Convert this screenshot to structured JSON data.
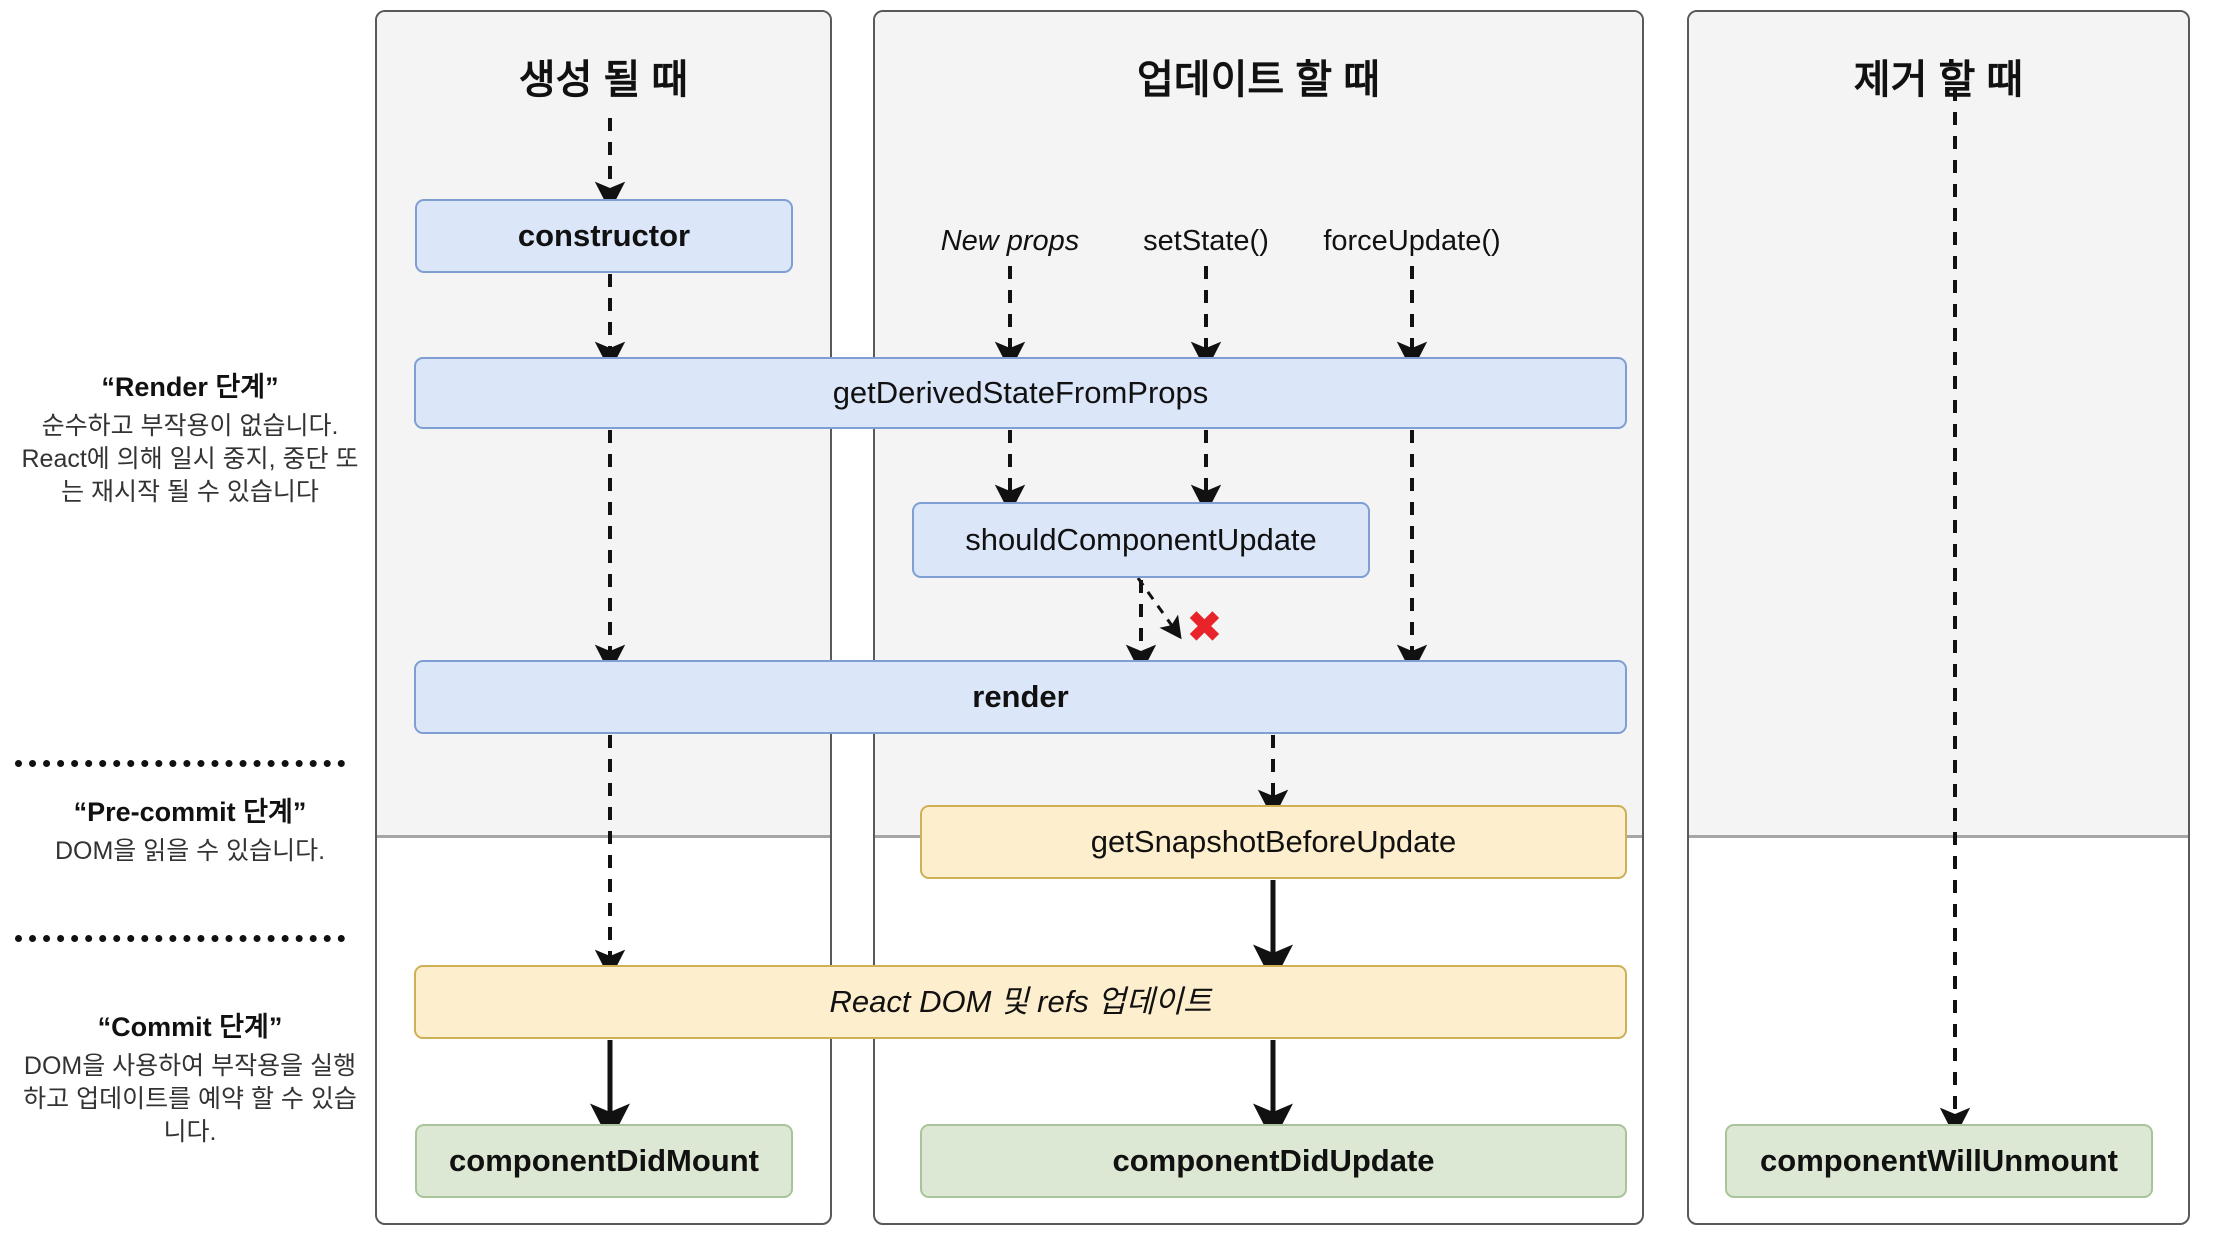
{
  "diagram": {
    "title_hidden": "React Lifecycle Methods Diagram (Korean)",
    "phase_labels": [
      {
        "id": "render-phase",
        "title": "“Render 단계”",
        "body": "순수하고 부작용이 없습니다. React에 의해 일시 중지, 중단 또는 재시작 될 수 있습니다"
      },
      {
        "id": "pre-commit-phase",
        "title": "“Pre-commit 단계”",
        "body": "DOM을 읽을 수 있습니다."
      },
      {
        "id": "commit-phase",
        "title": "“Commit 단계”",
        "body": "DOM을 사용하여 부작용을 실행하고 업데이트를 예약 할 수 있습니다."
      }
    ],
    "columns": [
      {
        "id": "mounting",
        "title": "생성 될 때"
      },
      {
        "id": "updating",
        "title": "업데이트 할 때"
      },
      {
        "id": "unmounting",
        "title": "제거 할 때"
      }
    ],
    "triggers": [
      {
        "id": "new-props",
        "label": "New props",
        "italic": true
      },
      {
        "id": "set-state",
        "label": "setState()",
        "italic": false
      },
      {
        "id": "force-update",
        "label": "forceUpdate()",
        "italic": false
      }
    ],
    "nodes": [
      {
        "id": "constructor",
        "label": "constructor",
        "kind": "blue",
        "bold": true
      },
      {
        "id": "get-derived-state-from-props",
        "label": "getDerivedStateFromProps",
        "kind": "blue",
        "bold": false
      },
      {
        "id": "should-component-update",
        "label": "shouldComponentUpdate",
        "kind": "blue",
        "bold": false
      },
      {
        "id": "render",
        "label": "render",
        "kind": "blue",
        "bold": true
      },
      {
        "id": "get-snapshot-before-update",
        "label": "getSnapshotBeforeUpdate",
        "kind": "yellow",
        "bold": false
      },
      {
        "id": "react-dom-refs-update",
        "label": "React DOM 및 refs 업데이트",
        "kind": "yellow",
        "bold": false,
        "italic": true
      },
      {
        "id": "component-did-mount",
        "label": "componentDidMount",
        "kind": "green",
        "bold": true
      },
      {
        "id": "component-did-update",
        "label": "componentDidUpdate",
        "kind": "green",
        "bold": true
      },
      {
        "id": "component-will-unmount",
        "label": "componentWillUnmount",
        "kind": "green",
        "bold": true
      }
    ],
    "annotations": [
      {
        "id": "skip-update-cross",
        "glyph": "✖",
        "color": "#e8242a",
        "meaning": "update-aborted"
      }
    ],
    "colors": {
      "render_phase_bg": "#f4f4f4",
      "panel_border": "#595959",
      "blue_fill": "#dce6f9",
      "blue_border": "#7f9ed3",
      "yellow_fill": "#fdeecd",
      "yellow_border": "#cfb057",
      "green_fill": "#dce8d3",
      "green_border": "#a9c49b",
      "cross_red": "#e8242a"
    }
  }
}
